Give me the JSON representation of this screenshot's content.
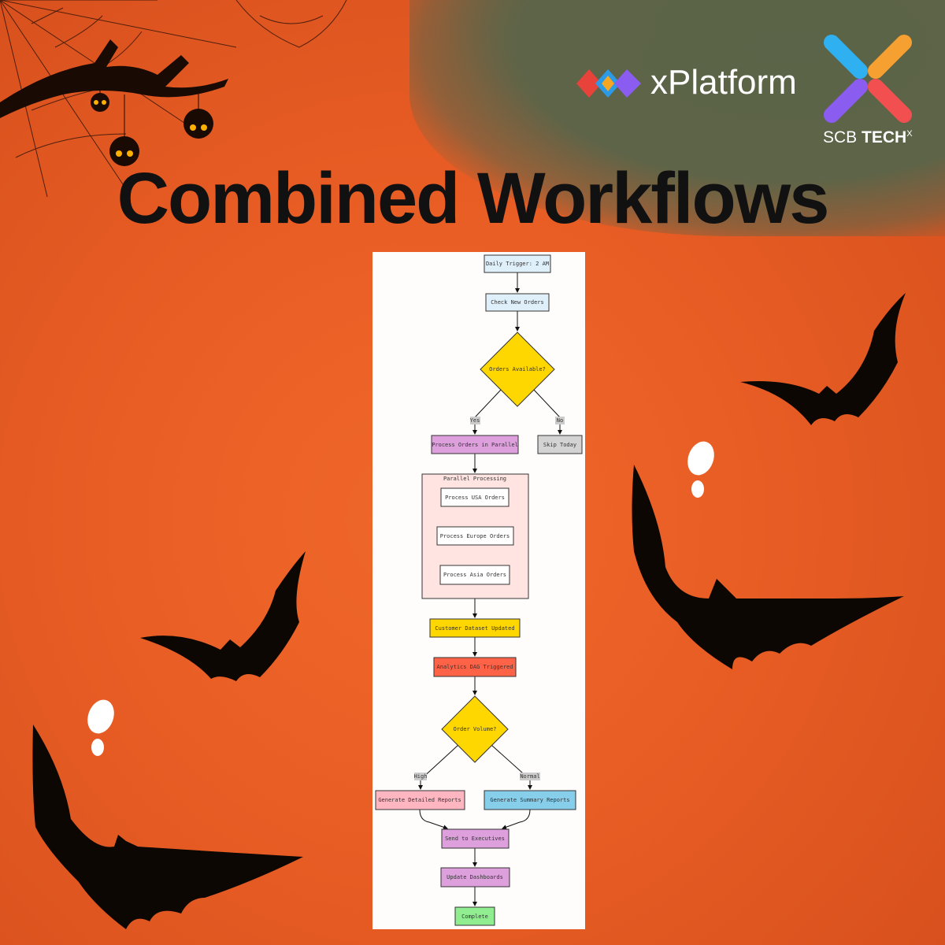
{
  "title": "Combined Workflows",
  "brand": {
    "product": "xPlatform",
    "company_light": "SCB",
    "company_bold": "TECH",
    "company_sup": "X"
  },
  "diagram": {
    "nodes": {
      "daily_trigger": "Daily Trigger: 2 AM",
      "check_orders": "Check New Orders",
      "orders_available": "Orders Available?",
      "process_parallel": "Process Orders in Parallel",
      "skip_today": "Skip Today",
      "parallel_group": "Parallel Processing",
      "usa": "Process USA Orders",
      "europe": "Process Europe Orders",
      "asia": "Process Asia Orders",
      "customer_dataset": "Customer Dataset Updated",
      "analytics_dag": "Analytics DAG Triggered",
      "order_volume": "Order Volume?",
      "detailed_reports": "Generate Detailed Reports",
      "summary_reports": "Generate Summary Reports",
      "send_exec": "Send to Executives",
      "update_dash": "Update Dashboards",
      "complete": "Complete"
    },
    "edge_labels": {
      "yes": "Yes",
      "no": "No",
      "high": "High",
      "normal": "Normal"
    },
    "colors": {
      "blue": "#dff0fb",
      "yellow": "#ffd700",
      "purple": "#dda0dd",
      "gray": "#d3d3d3",
      "pink_group": "#ffe4e1",
      "red": "#ff6347",
      "pink": "#ffb6c1",
      "sky": "#87ceeb",
      "green": "#90ee90"
    }
  }
}
